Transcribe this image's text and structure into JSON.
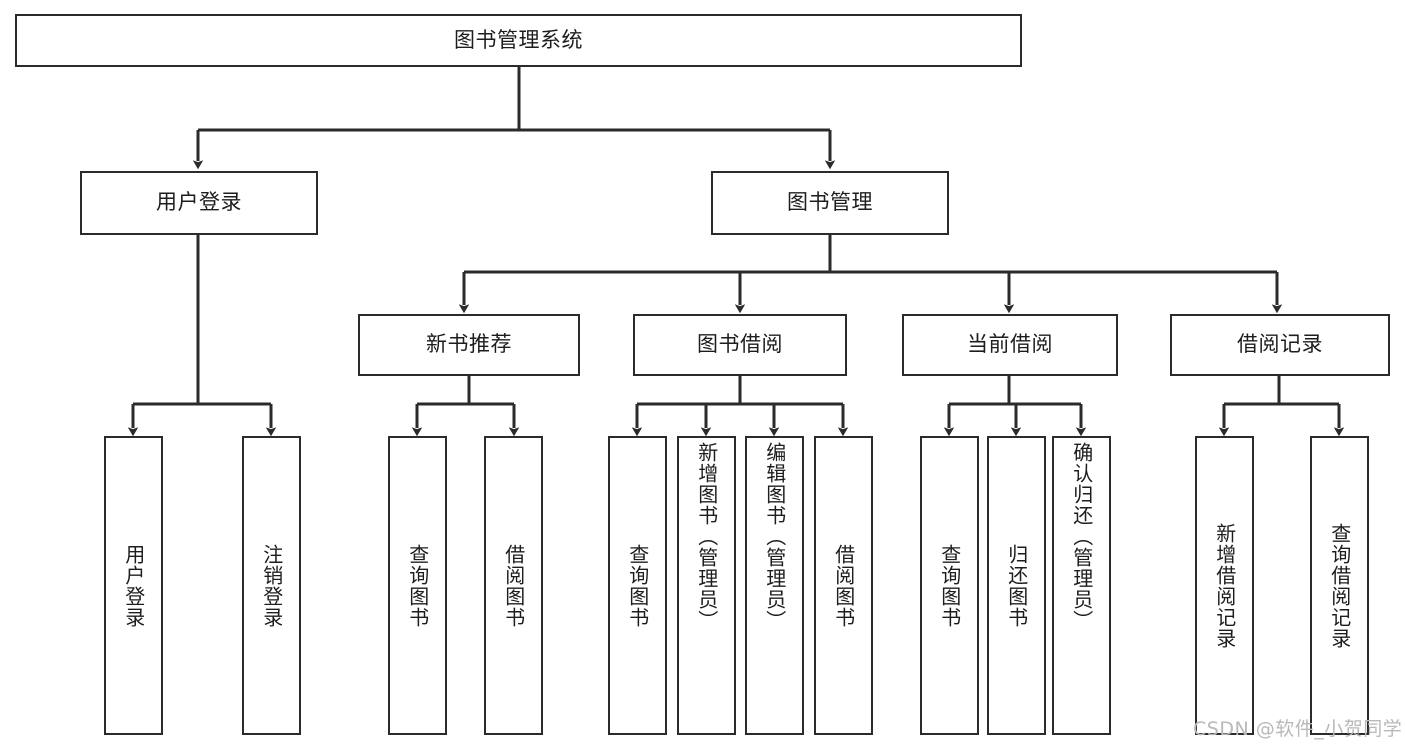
{
  "diagram": {
    "title": "图书管理系统",
    "type": "tree",
    "orientation": "top-down",
    "colors": {
      "box_border": "#2b2b2b",
      "box_fill": "#ffffff",
      "connector": "#2b2b2b",
      "text": "#1d1d1d",
      "watermark": "#b9b9b9",
      "background": "#ffffff"
    },
    "root": {
      "id": "root",
      "label": "图书管理系统",
      "text_direction": "horizontal"
    },
    "level2": [
      {
        "id": "user-login",
        "label": "用户登录",
        "text_direction": "horizontal"
      },
      {
        "id": "book-management",
        "label": "图书管理",
        "text_direction": "horizontal"
      }
    ],
    "level3": [
      {
        "id": "new-book-recommend",
        "label": "新书推荐",
        "parent": "book-management",
        "text_direction": "horizontal"
      },
      {
        "id": "book-borrow",
        "label": "图书借阅",
        "parent": "book-management",
        "text_direction": "horizontal"
      },
      {
        "id": "current-borrow",
        "label": "当前借阅",
        "parent": "book-management",
        "text_direction": "horizontal"
      },
      {
        "id": "borrow-record",
        "label": "借阅记录",
        "parent": "book-management",
        "text_direction": "horizontal"
      }
    ],
    "leaves": [
      {
        "id": "leaf-user-login",
        "label": "用户登录",
        "parent": "user-login",
        "text_direction": "vertical"
      },
      {
        "id": "leaf-logout-login",
        "label": "注销登录",
        "parent": "user-login",
        "text_direction": "vertical"
      },
      {
        "id": "leaf-query-book-1",
        "label": "查询图书",
        "parent": "new-book-recommend",
        "text_direction": "vertical"
      },
      {
        "id": "leaf-borrow-book-1",
        "label": "借阅图书",
        "parent": "new-book-recommend",
        "text_direction": "vertical"
      },
      {
        "id": "leaf-query-book-2",
        "label": "查询图书",
        "parent": "book-borrow",
        "text_direction": "vertical"
      },
      {
        "id": "leaf-add-book",
        "label": "新增图书（管理员）",
        "parent": "book-borrow",
        "text_direction": "vertical"
      },
      {
        "id": "leaf-edit-book",
        "label": "编辑图书（管理员）",
        "parent": "book-borrow",
        "text_direction": "vertical"
      },
      {
        "id": "leaf-borrow-book-2",
        "label": "借阅图书",
        "parent": "book-borrow",
        "text_direction": "vertical"
      },
      {
        "id": "leaf-query-book-3",
        "label": "查询图书",
        "parent": "current-borrow",
        "text_direction": "vertical"
      },
      {
        "id": "leaf-return-book",
        "label": "归还图书",
        "parent": "current-borrow",
        "text_direction": "vertical"
      },
      {
        "id": "leaf-confirm-return",
        "label": "确认归还（管理员）",
        "parent": "current-borrow",
        "text_direction": "vertical"
      },
      {
        "id": "leaf-add-borrow-record",
        "label": "新增借阅记录",
        "parent": "borrow-record",
        "text_direction": "vertical"
      },
      {
        "id": "leaf-query-borrow-record",
        "label": "查询借阅记录",
        "parent": "borrow-record",
        "text_direction": "vertical"
      }
    ],
    "watermark": "CSDN @软件_小贺同学"
  }
}
